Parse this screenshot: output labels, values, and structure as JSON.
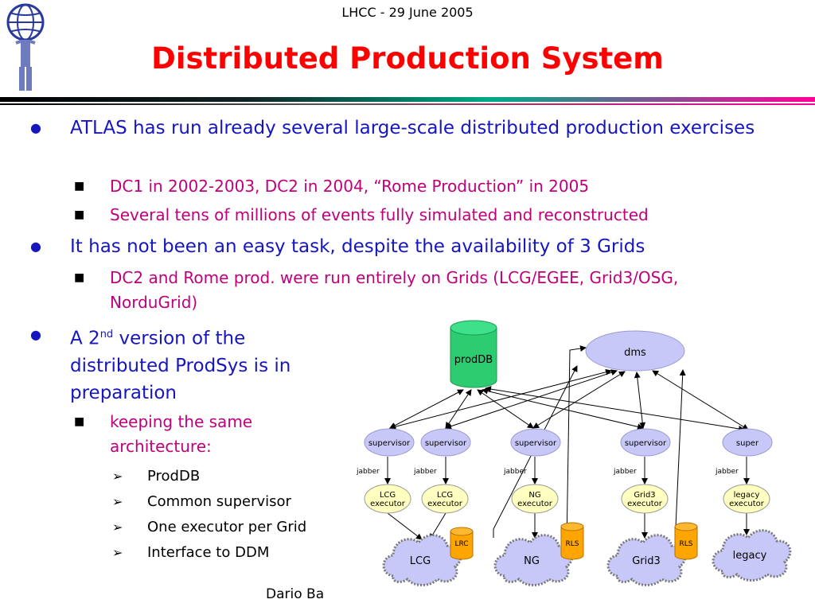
{
  "header": {
    "date": "LHCC - 29 June 2005"
  },
  "title": "Distributed Production System",
  "bullets": [
    {
      "text": "ATLAS has run already several large-scale distributed production exercises"
    },
    {
      "text": "DC1 in 2002-2003, DC2 in 2004, “Rome Production” in 2005"
    },
    {
      "text": "Several tens of millions of events fully simulated and reconstructed"
    },
    {
      "text": "It has not been an easy task, despite the availability of 3 Grids"
    },
    {
      "text": "DC2 and Rome prod. were run entirely on Grids (LCG/EGEE, Grid3/OSG, NorduGrid)"
    },
    {
      "pre": "A 2",
      "sup": "nd",
      "post": " version of the distributed ProdSys is in preparation"
    },
    {
      "text": "keeping the same architecture:"
    }
  ],
  "architecture_items": [
    "ProdDB",
    "Common supervisor",
    "One executor per Grid",
    "Interface to DDM"
  ],
  "diagram": {
    "proddb": "prodDB",
    "dms": "dms",
    "supervisors": [
      "supervisor",
      "supervisor",
      "supervisor",
      "supervisor",
      "super"
    ],
    "jabber": [
      "jabber",
      "jabber",
      "jabber",
      "jabber",
      "jabber"
    ],
    "executors": [
      [
        "LCG",
        "executor"
      ],
      [
        "LCG",
        "executor"
      ],
      [
        "NG",
        "executor"
      ],
      [
        "Grid3",
        "executor"
      ],
      [
        "legacy",
        "executor"
      ]
    ],
    "clouds": [
      "LCG",
      "NG",
      "Grid3",
      "legacy"
    ],
    "catalogs": [
      "LRC",
      "RLS",
      "RLS"
    ]
  },
  "footer": "Dario Ba",
  "colors": {
    "title": "#ff0000",
    "bullet_text": "#1616c0",
    "sub_text": "#c0007a",
    "proddb": "#2ecc71",
    "dms": "#c8c8f8",
    "supervisor": "#c8c8f8",
    "executor": "#ffffc0",
    "catalog": "#ffa500",
    "cloud": "#c8c8f8"
  },
  "icons": {
    "logo": "atlas-logo",
    "bullet": "dot-bullet",
    "sub_bullet": "square-bullet",
    "arrow_bullet": "arrow-bullet"
  }
}
